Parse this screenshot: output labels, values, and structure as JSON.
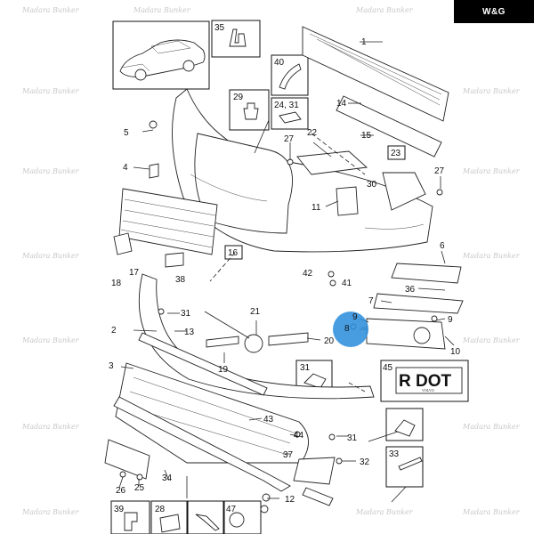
{
  "brand": {
    "label": "W&G"
  },
  "watermark_text": "Madara Bunker",
  "plate_text": "R DOT",
  "plate_subtext": "VOLVO",
  "callouts": [
    "1",
    "2",
    "3",
    "4",
    "5",
    "6",
    "7",
    "8",
    "9",
    "9",
    "10",
    "11",
    "12",
    "13",
    "14",
    "15",
    "16",
    "17",
    "18",
    "19",
    "20",
    "21",
    "22",
    "23",
    "24, 31",
    "25",
    "26",
    "27",
    "27",
    "28",
    "29",
    "30",
    "31",
    "31",
    "31",
    "32",
    "33",
    "34",
    "35",
    "36",
    "37",
    "38",
    "39",
    "40",
    "41",
    "42",
    "43",
    "44",
    "45",
    "47"
  ],
  "highlight_color": "#2f8fdd"
}
